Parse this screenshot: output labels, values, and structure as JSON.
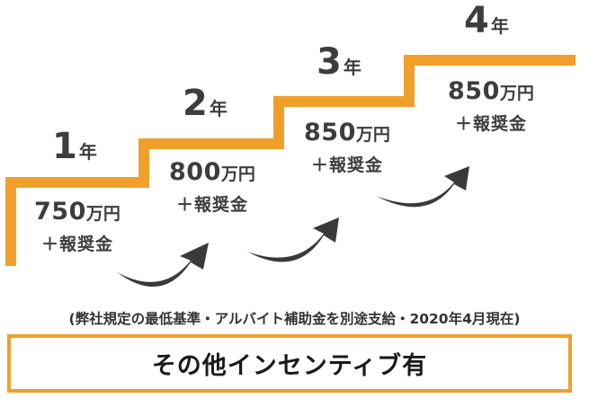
{
  "steps": [
    {
      "year_num": "1",
      "year_unit": "年",
      "amount": "750",
      "amount_unit": "万円",
      "bonus": "＋報奨金"
    },
    {
      "year_num": "2",
      "year_unit": "年",
      "amount": "800",
      "amount_unit": "万円",
      "bonus": "＋報奨金"
    },
    {
      "year_num": "3",
      "year_unit": "年",
      "amount": "850",
      "amount_unit": "万円",
      "bonus": "＋報奨金"
    },
    {
      "year_num": "4",
      "year_unit": "年",
      "amount": "850",
      "amount_unit": "万円",
      "bonus": "＋報奨金"
    }
  ],
  "note": "(弊社規定の最低基準・アルバイト補助金を別途支給・2020年4月現在)",
  "banner": "その他インセンティブ有",
  "colors": {
    "stairs": "#F0A02A",
    "arrow": "#3a3a3a",
    "text": "#3d3d3d"
  }
}
